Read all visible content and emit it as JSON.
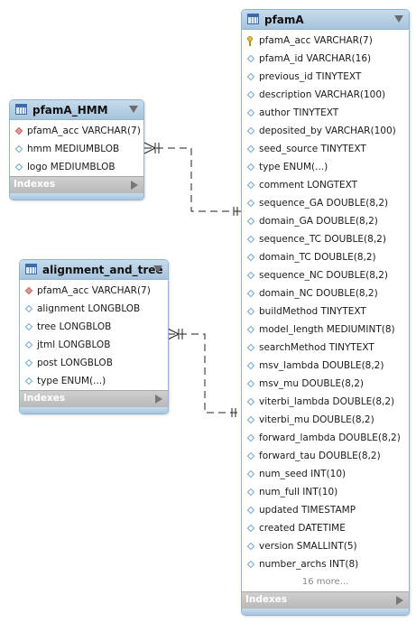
{
  "indexes_label": "Indexes",
  "tables": {
    "pfamA_HMM": {
      "title": "pfamA_HMM",
      "columns": [
        {
          "text": "pfamA_acc VARCHAR(7)",
          "icon": "foreign-key-diamond-icon"
        },
        {
          "text": "hmm MEDIUMBLOB",
          "icon": "column-diamond-icon"
        },
        {
          "text": "logo MEDIUMBLOB",
          "icon": "column-diamond-icon"
        }
      ]
    },
    "alignment_and_tree": {
      "title": "alignment_and_tree",
      "columns": [
        {
          "text": "pfamA_acc VARCHAR(7)",
          "icon": "foreign-key-diamond-icon"
        },
        {
          "text": "alignment LONGBLOB",
          "icon": "column-diamond-icon"
        },
        {
          "text": "tree LONGBLOB",
          "icon": "column-diamond-icon"
        },
        {
          "text": "jtml LONGBLOB",
          "icon": "column-diamond-icon"
        },
        {
          "text": "post LONGBLOB",
          "icon": "column-diamond-icon"
        },
        {
          "text": "type ENUM(...)",
          "icon": "column-diamond-icon"
        }
      ]
    },
    "pfamA": {
      "title": "pfamA",
      "more": "16 more...",
      "columns": [
        {
          "text": "pfamA_acc VARCHAR(7)",
          "icon": "primary-key-icon"
        },
        {
          "text": "pfamA_id VARCHAR(16)",
          "icon": "column-diamond-icon"
        },
        {
          "text": "previous_id TINYTEXT",
          "icon": "column-diamond-icon"
        },
        {
          "text": "description VARCHAR(100)",
          "icon": "column-diamond-icon"
        },
        {
          "text": "author TINYTEXT",
          "icon": "column-diamond-icon"
        },
        {
          "text": "deposited_by VARCHAR(100)",
          "icon": "column-diamond-icon"
        },
        {
          "text": "seed_source TINYTEXT",
          "icon": "column-diamond-icon"
        },
        {
          "text": "type ENUM(...)",
          "icon": "column-diamond-icon"
        },
        {
          "text": "comment LONGTEXT",
          "icon": "column-diamond-icon"
        },
        {
          "text": "sequence_GA DOUBLE(8,2)",
          "icon": "column-diamond-icon"
        },
        {
          "text": "domain_GA DOUBLE(8,2)",
          "icon": "column-diamond-icon"
        },
        {
          "text": "sequence_TC DOUBLE(8,2)",
          "icon": "column-diamond-icon"
        },
        {
          "text": "domain_TC DOUBLE(8,2)",
          "icon": "column-diamond-icon"
        },
        {
          "text": "sequence_NC DOUBLE(8,2)",
          "icon": "column-diamond-icon"
        },
        {
          "text": "domain_NC DOUBLE(8,2)",
          "icon": "column-diamond-icon"
        },
        {
          "text": "buildMethod TINYTEXT",
          "icon": "column-diamond-icon"
        },
        {
          "text": "model_length MEDIUMINT(8)",
          "icon": "column-diamond-icon"
        },
        {
          "text": "searchMethod TINYTEXT",
          "icon": "column-diamond-icon"
        },
        {
          "text": "msv_lambda DOUBLE(8,2)",
          "icon": "column-diamond-icon"
        },
        {
          "text": "msv_mu DOUBLE(8,2)",
          "icon": "column-diamond-icon"
        },
        {
          "text": "viterbi_lambda DOUBLE(8,2)",
          "icon": "column-diamond-icon"
        },
        {
          "text": "viterbi_mu DOUBLE(8,2)",
          "icon": "column-diamond-icon"
        },
        {
          "text": "forward_lambda DOUBLE(8,2)",
          "icon": "column-diamond-icon"
        },
        {
          "text": "forward_tau DOUBLE(8,2)",
          "icon": "column-diamond-icon"
        },
        {
          "text": "num_seed INT(10)",
          "icon": "column-diamond-icon"
        },
        {
          "text": "num_full INT(10)",
          "icon": "column-diamond-icon"
        },
        {
          "text": "updated TIMESTAMP",
          "icon": "column-diamond-icon"
        },
        {
          "text": "created DATETIME",
          "icon": "column-diamond-icon"
        },
        {
          "text": "version SMALLINT(5)",
          "icon": "column-diamond-icon"
        },
        {
          "text": "number_archs INT(8)",
          "icon": "column-diamond-icon"
        }
      ]
    }
  },
  "colors": {
    "header": "#a6c3dc",
    "border": "#8fb6d6",
    "index_bar": "#c0c0c0",
    "foreign_key": "#e79a9a",
    "primary_key": "#e6c23a"
  }
}
